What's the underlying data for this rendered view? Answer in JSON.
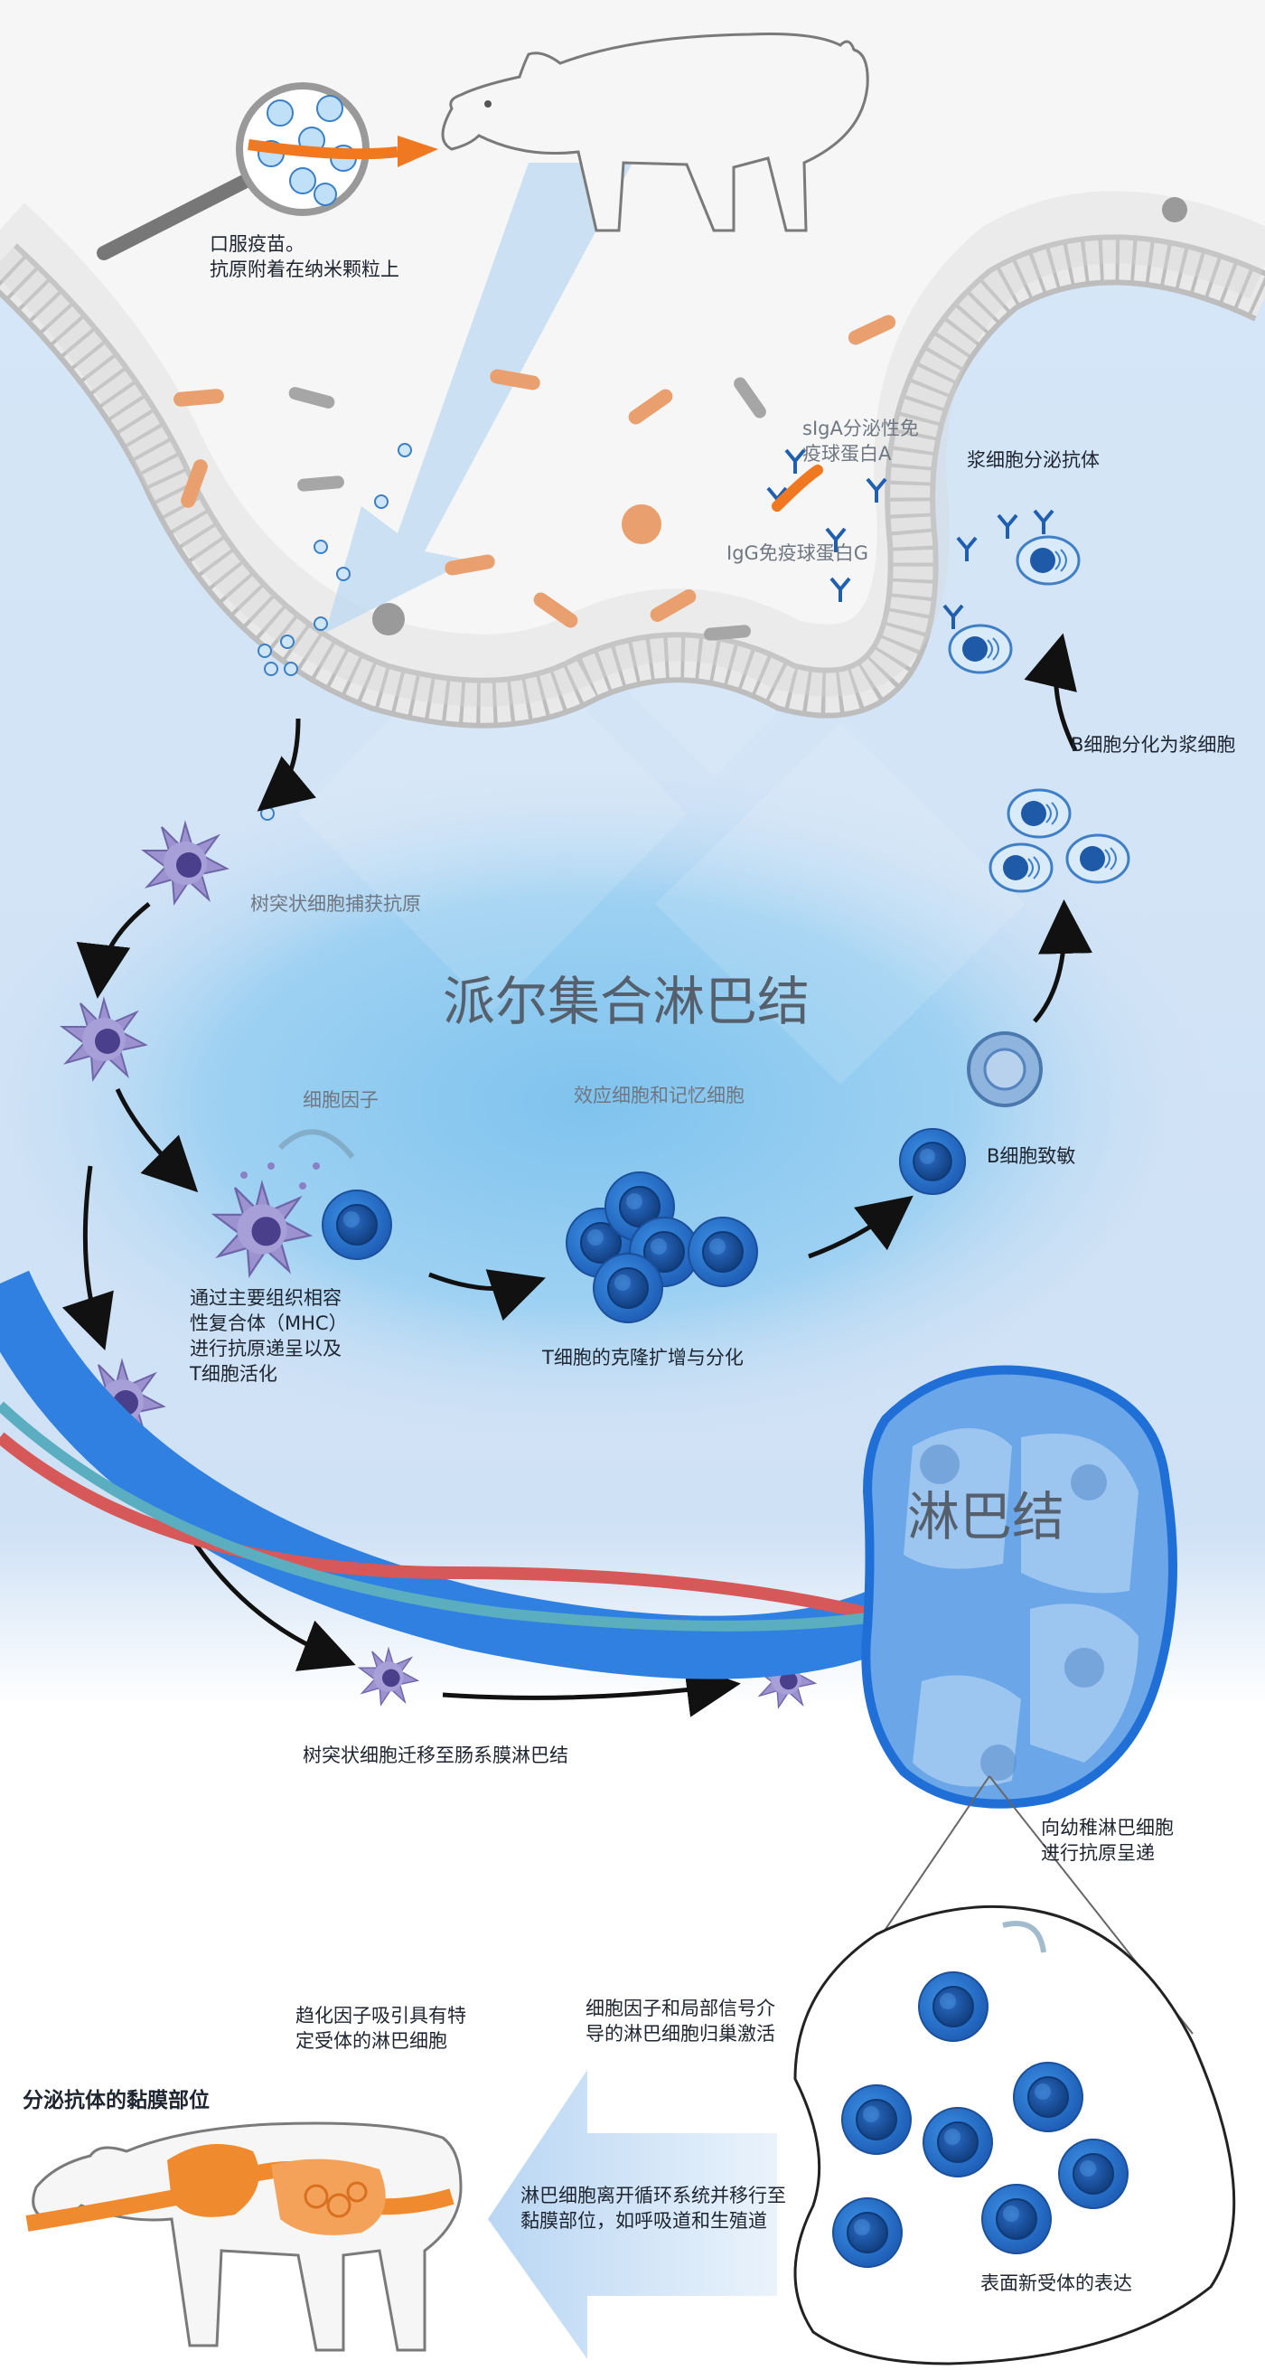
{
  "labels": {
    "oral_vaccine": "口服疫苗。\n抗原附着在纳米颗粒上",
    "siga": "sIgA分泌性免\n疫球蛋白A",
    "igg": "IgG免疫球蛋白G",
    "plasma_secrete": "浆细胞分泌抗体",
    "b_to_plasma": "B细胞分化为浆细胞",
    "dc_capture": "树突状细胞捕获抗原",
    "peyers_patch": "派尔集合淋巴结",
    "cytokine": "细胞因子",
    "effector_memory": "效应细胞和记忆细胞",
    "b_sensitized": "B细胞致敏",
    "mhc": "通过主要组织相容\n性复合体（MHC）\n进行抗原递呈以及\nT细胞活化",
    "t_clonal": "T细胞的克隆扩增与分化",
    "lymph_node": "淋巴结",
    "dc_migrate": "树突状细胞迁移至肠系膜淋巴结",
    "present_naive": "向幼稚淋巴细胞\n进行抗原呈递",
    "chemokine": "趋化因子吸引具有特\n定受体的淋巴细胞",
    "mucosal_site": "分泌抗体的黏膜部位",
    "homing": "细胞因子和局部信号介\n导的淋巴细胞归巢激活",
    "leave_circ": "淋巴细胞离开循环系统并移行至\n黏膜部位，如呼吸道和生殖道",
    "receptor_expr": "表面新受体的表达"
  },
  "colors": {
    "lumen_blue": "#cfe1f5",
    "peyer_glow": "#7fc3ee",
    "cell_blue": "#2f7fd6",
    "dendritic_purple": "#8a7fc0",
    "bacteria_orange": "#e9a06e",
    "arrow_orange": "#f07820",
    "vessel_blue": "#2f80e0",
    "vessel_red": "#d65858",
    "vessel_teal": "#5aaec0"
  },
  "icons": [
    "magnifier-icon",
    "pig-icon",
    "bacteria-icon",
    "dendritic-cell-icon",
    "lymphocyte-icon",
    "plasma-cell-icon",
    "antibody-icon",
    "lymph-node-icon",
    "arrow-icon"
  ]
}
